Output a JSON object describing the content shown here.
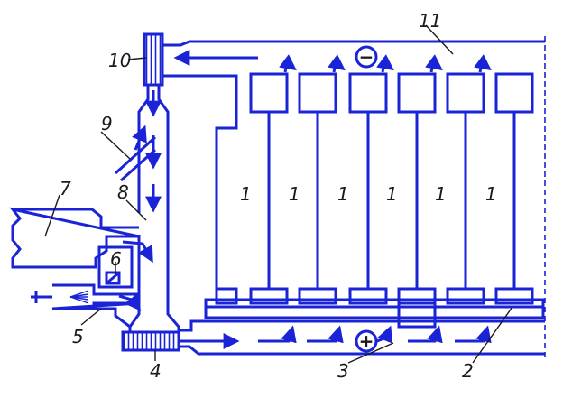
{
  "diagram": {
    "colors": {
      "line": "#1a23d6",
      "text": "#1a1a1a",
      "background": "#ffffff"
    },
    "labels": {
      "cells": [
        "1",
        "1",
        "1",
        "1",
        "1",
        "1"
      ],
      "busbar": "2",
      "bottom_channel": "3",
      "lower_fan": "4",
      "nozzle": "5",
      "inner_box": "6",
      "housing": "7",
      "riser_duct": "8",
      "damper": "9",
      "upper_fan": "10",
      "top_channel": "11"
    },
    "polarity": {
      "top": "−",
      "bottom": "+"
    },
    "icons": {
      "arrow": "flow-arrow-icon",
      "fan": "fan-icon",
      "spray": "spray-icon",
      "polarity": "polarity-icon"
    }
  }
}
